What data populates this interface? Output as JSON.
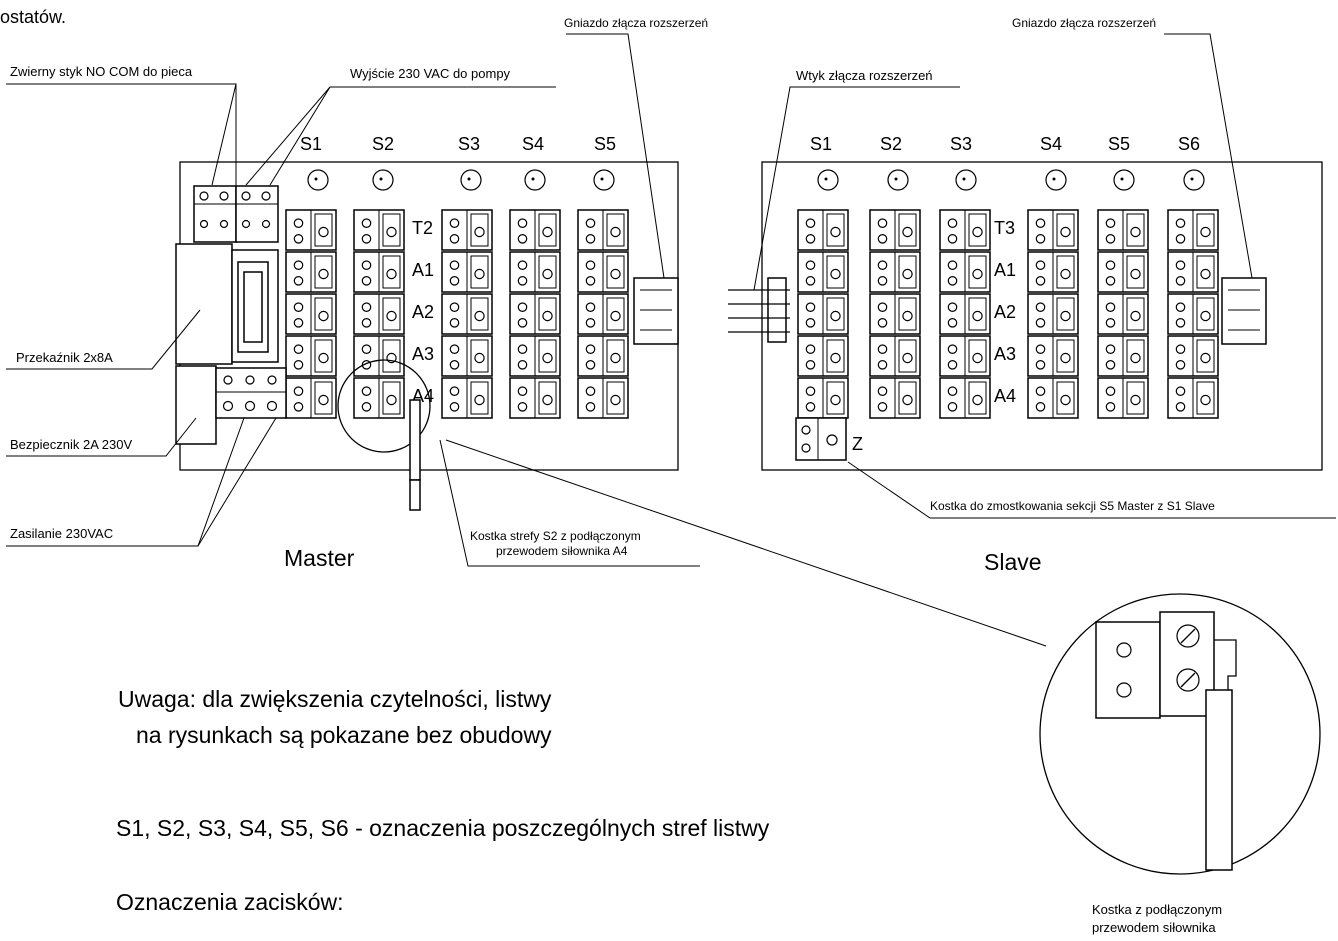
{
  "header_text": "ostatów.",
  "labels": {
    "master_nocom": "Zwierny styk NO COM do pieca",
    "master_pump": "Wyjście 230 VAC do pompy",
    "master_socket": "Gniazdo  złącza rozszerzeń",
    "slave_socket": "Gniazdo  złącza rozszerzeń",
    "slave_plug": "Wtyk złącza rozszerzeń",
    "relay": "Przekaźnik 2x8A",
    "fuse": "Bezpiecznik 2A 230V",
    "power": "Zasilanie 230VAC",
    "s2_block_line1": "Kostka strefy S2 z podłączonym",
    "s2_block_line2": "przewodem siłownika A4",
    "bridge_block": "Kostka do zmostkowania sekcji S5 Master z S1 Slave",
    "zoom_line1": "Kostka z podłączonym",
    "zoom_line2": "przewodem siłownika"
  },
  "board_titles": {
    "master": "Master",
    "slave": "Slave"
  },
  "master_sections": [
    "S1",
    "S2",
    "S3",
    "S4",
    "S5"
  ],
  "slave_sections": [
    "S1",
    "S2",
    "S3",
    "S4",
    "S5",
    "S6"
  ],
  "master_terminals": [
    "T2",
    "A1",
    "A2",
    "A3",
    "A4"
  ],
  "slave_terminals": [
    "T3",
    "A1",
    "A2",
    "A3",
    "A4"
  ],
  "bridge_terminal": "Z",
  "notes": {
    "note_line1": "Uwaga: dla zwiększenia czytelności, listwy",
    "note_line2": "na rysunkach są pokazane bez obudowy",
    "zones": "S1, S2, S3, S4, S5, S6 - oznaczenia poszczególnych stref listwy",
    "terminals_heading": "Oznaczenia  zacisków:"
  }
}
